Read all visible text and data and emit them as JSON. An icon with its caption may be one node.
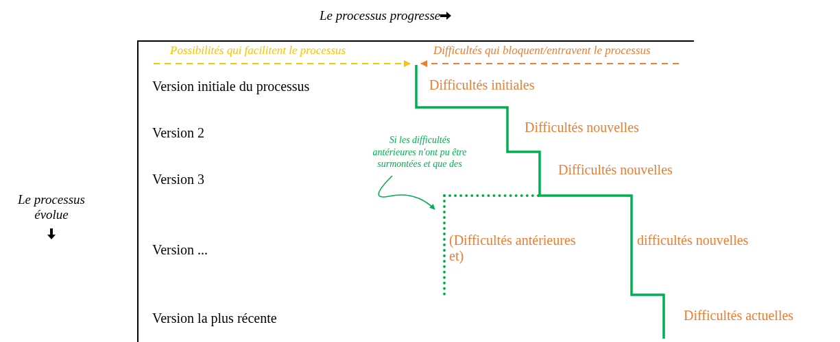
{
  "diagram": {
    "title": "Le processus progresse",
    "nodes": [
      {
        "text": [
          "Si les difficultés antérieures n'ont pu être surmontées et que des"
        ]
      },
      {
        "text": [],
        "shape": "line"
      }
    ],
    "edges": [
      {
        "from": 0,
        "to": 1,
        "arrow": "to"
      }
    ],
    "labels": [
      "Possibilités qui facilitent le processus",
      "Difficultés qui bloquent/entravent le processus",
      "Version initiale du processus",
      "Difficultés initiales",
      "Version 2",
      "Difficultés nouvelles",
      "Difficultés nouvelles",
      "Version 3",
      "Le processus évolue",
      "(Difficultés antérieures et)",
      "Version ...",
      "difficultés nouvelles",
      "Version la plus récente",
      "Difficultés actuelles"
    ]
  }
}
